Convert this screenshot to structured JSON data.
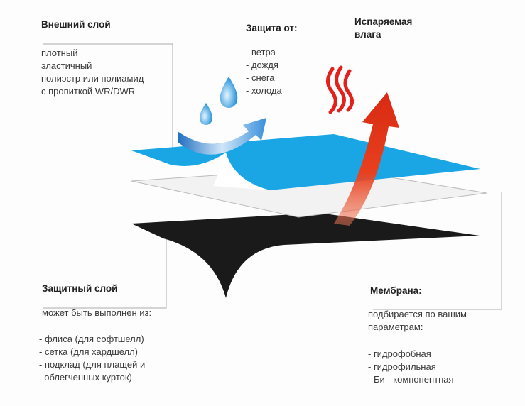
{
  "outer_layer": {
    "title": "Внешний слой",
    "lines": [
      "плотный",
      "эластичный",
      "полиэстр или полиамид",
      "с пропиткой WR/DWR"
    ]
  },
  "protection": {
    "title": "Защита от:",
    "items": [
      "- ветра",
      "- дождя",
      "- снега",
      "- холода"
    ]
  },
  "moisture": {
    "title_line1": "Испаряемая",
    "title_line2": "влага"
  },
  "protective_layer": {
    "title": "Защитный слой",
    "intro": "может быть выполнен из:",
    "items": [
      "- флиса (для софтшелл)",
      "- сетка (для хардшелл)",
      "- подклад (для плащей и",
      "  облегченных курток)"
    ]
  },
  "membrane": {
    "title": "Мембрана:",
    "intro_line1": "подбирается по вашим",
    "intro_line2": "параметрам:",
    "items": [
      "- гидрофобная",
      "- гидрофильная",
      "- Би - компонентная"
    ]
  },
  "colors": {
    "outer": "#1aa6e4",
    "membrane": "#f4f4f4",
    "inner": "#1a1a1a",
    "arrow": "#e5321c"
  }
}
